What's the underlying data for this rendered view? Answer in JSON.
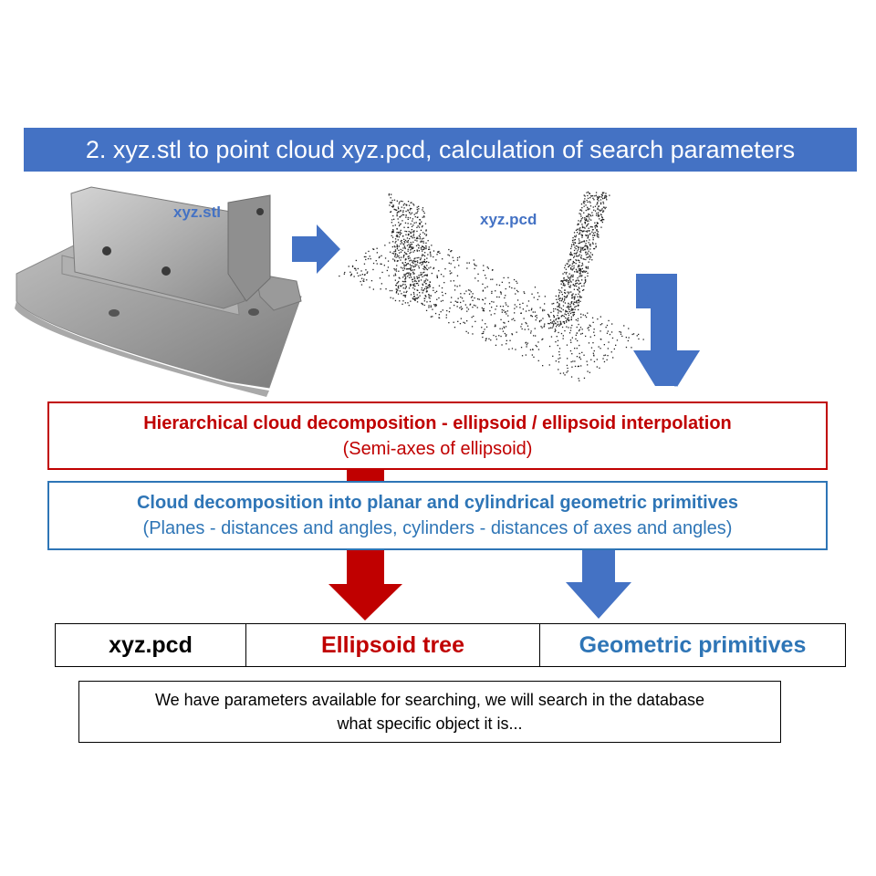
{
  "title": "2. xyz.stl to point cloud xyz.pcd, calculation of search parameters",
  "images": {
    "stl_label": "xyz.stl",
    "pcd_label": "xyz.pcd"
  },
  "red_box": {
    "line1": "Hierarchical cloud decomposition - ellipsoid / ellipsoid interpolation",
    "line2": "(Semi-axes of ellipsoid)"
  },
  "blue_box": {
    "line1": "Cloud decomposition into planar and cylindrical geometric primitives",
    "line2": "(Planes - distances and angles, cylinders - distances of axes and angles)"
  },
  "results": [
    {
      "label": "xyz.pcd",
      "color": "#000000"
    },
    {
      "label": "Ellipsoid tree",
      "color": "#c00000"
    },
    {
      "label": "Geometric primitives",
      "color": "#2e75b6"
    }
  ],
  "note": {
    "line1": "We have parameters available for searching, we will search in the database",
    "line2": "what specific object it is..."
  },
  "colors": {
    "accent_blue": "#4472c4",
    "red": "#c00000",
    "blue": "#2e75b6"
  }
}
